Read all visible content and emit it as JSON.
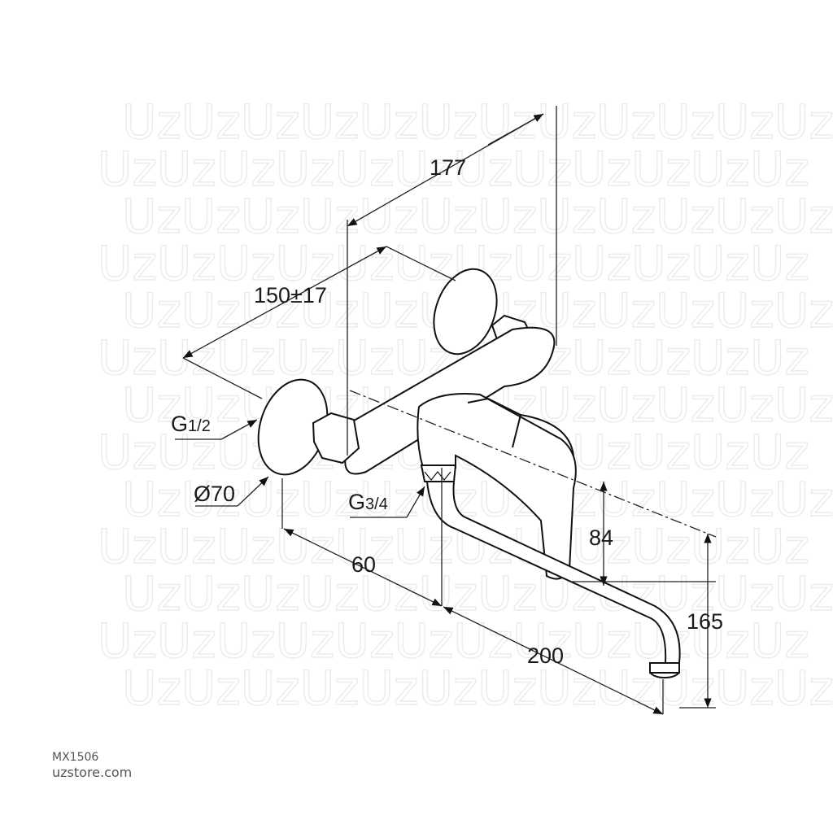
{
  "watermark": "UzUz",
  "dimensions": {
    "d177": "177",
    "d150": "150±17",
    "g12_main": "G",
    "g12_sub": "1/2",
    "dia70": "Ø70",
    "g34_main": "G",
    "g34_sub": "3/4",
    "d60": "60",
    "d84": "84",
    "d165": "165",
    "d200": "200"
  },
  "caption": {
    "code": "MX1506",
    "site": "uzstore.com"
  }
}
